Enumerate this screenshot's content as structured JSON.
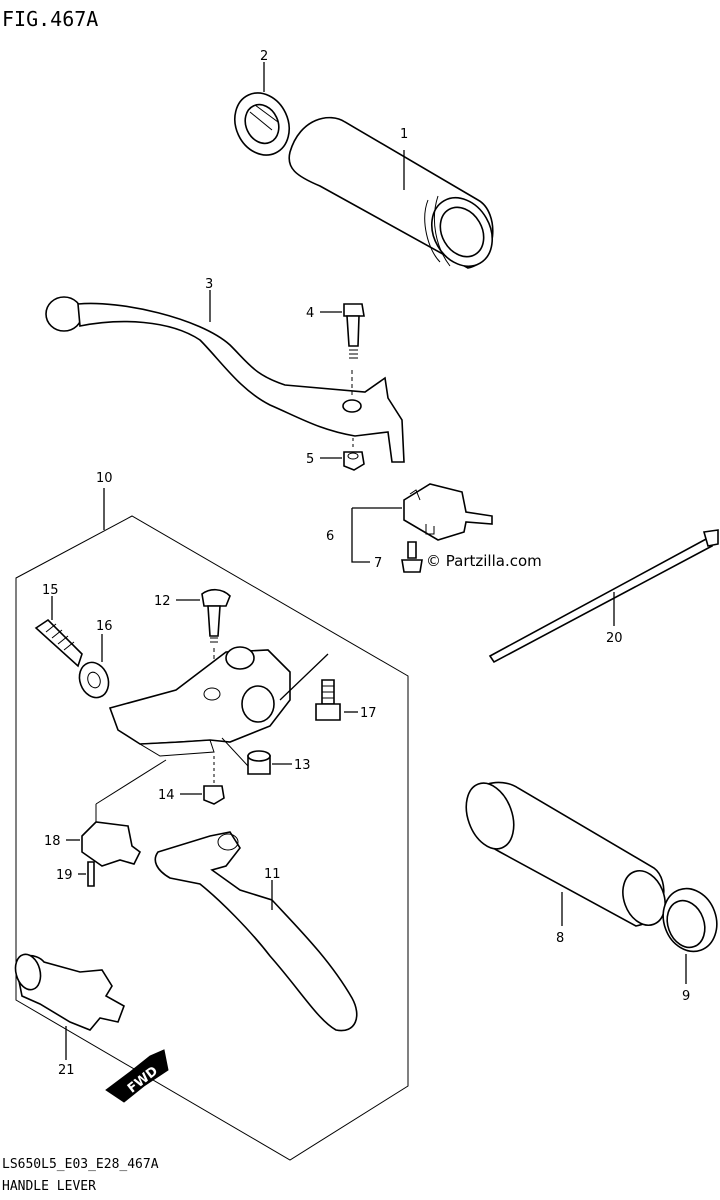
{
  "figure": {
    "title": "FIG.467A",
    "model_code": "LS650L5_E03_E28_467A",
    "caption": "HANDLE LEVER",
    "watermark": "© Partzilla.com"
  },
  "callouts": [
    {
      "id": "1",
      "text": "1"
    },
    {
      "id": "2",
      "text": "2"
    },
    {
      "id": "3",
      "text": "3"
    },
    {
      "id": "4",
      "text": "4"
    },
    {
      "id": "5",
      "text": "5"
    },
    {
      "id": "6",
      "text": "6"
    },
    {
      "id": "7",
      "text": "7"
    },
    {
      "id": "8",
      "text": "8"
    },
    {
      "id": "9",
      "text": "9"
    },
    {
      "id": "10",
      "text": "10"
    },
    {
      "id": "11",
      "text": "11"
    },
    {
      "id": "12",
      "text": "12"
    },
    {
      "id": "13",
      "text": "13"
    },
    {
      "id": "14",
      "text": "14"
    },
    {
      "id": "15",
      "text": "15"
    },
    {
      "id": "16",
      "text": "16"
    },
    {
      "id": "17",
      "text": "17"
    },
    {
      "id": "18",
      "text": "18"
    },
    {
      "id": "19",
      "text": "19"
    },
    {
      "id": "20",
      "text": "20"
    },
    {
      "id": "21",
      "text": "21"
    }
  ],
  "direction_arrow": {
    "text": "FWD"
  }
}
